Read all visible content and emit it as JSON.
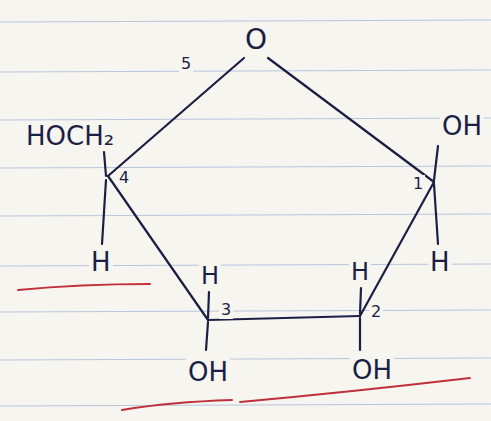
{
  "diagram": {
    "labels": [
      "O",
      "5",
      "HOCH₂",
      "OH",
      "4",
      "1",
      "H",
      "H",
      "3",
      "H",
      "2",
      "H",
      "OH",
      "OH"
    ]
  }
}
